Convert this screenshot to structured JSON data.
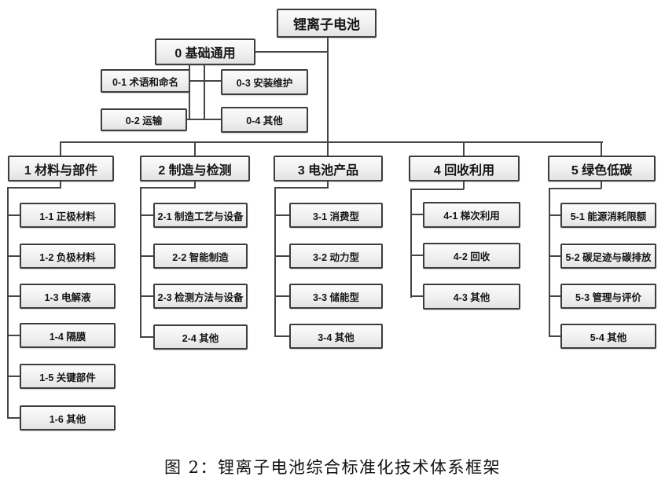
{
  "diagram": {
    "root": "锂离子电池",
    "general": {
      "label": "0 基础通用",
      "children": [
        "0-1 术语和命名",
        "0-2 运输",
        "0-3 安装维护",
        "0-4 其他"
      ]
    },
    "branches": [
      {
        "label": "1 材料与部件",
        "children": [
          "1-1 正极材料",
          "1-2 负极材料",
          "1-3 电解液",
          "1-4 隔膜",
          "1-5 关键部件",
          "1-6 其他"
        ]
      },
      {
        "label": "2 制造与检测",
        "children": [
          "2-1 制造工艺与设备",
          "2-2 智能制造",
          "2-3 检测方法与设备",
          "2-4 其他"
        ]
      },
      {
        "label": "3 电池产品",
        "children": [
          "3-1 消费型",
          "3-2 动力型",
          "3-3 储能型",
          "3-4 其他"
        ]
      },
      {
        "label": "4 回收利用",
        "children": [
          "4-1 梯次利用",
          "4-2 回收",
          "4-3 其他"
        ]
      },
      {
        "label": "5 绿色低碳",
        "children": [
          "5-1 能源消耗限额",
          "5-2 碳足迹与碳排放",
          "5-3 管理与评价",
          "5-4 其他"
        ]
      }
    ],
    "caption": "图 2：锂离子电池综合标准化技术体系框架",
    "colors": {
      "line": "#454545",
      "box_border": "#3d3d3d",
      "box_fill_top": "#fbfbfb",
      "box_fill_bottom": "#e3e3e3",
      "text": "#161616",
      "background": "#ffffff"
    }
  }
}
